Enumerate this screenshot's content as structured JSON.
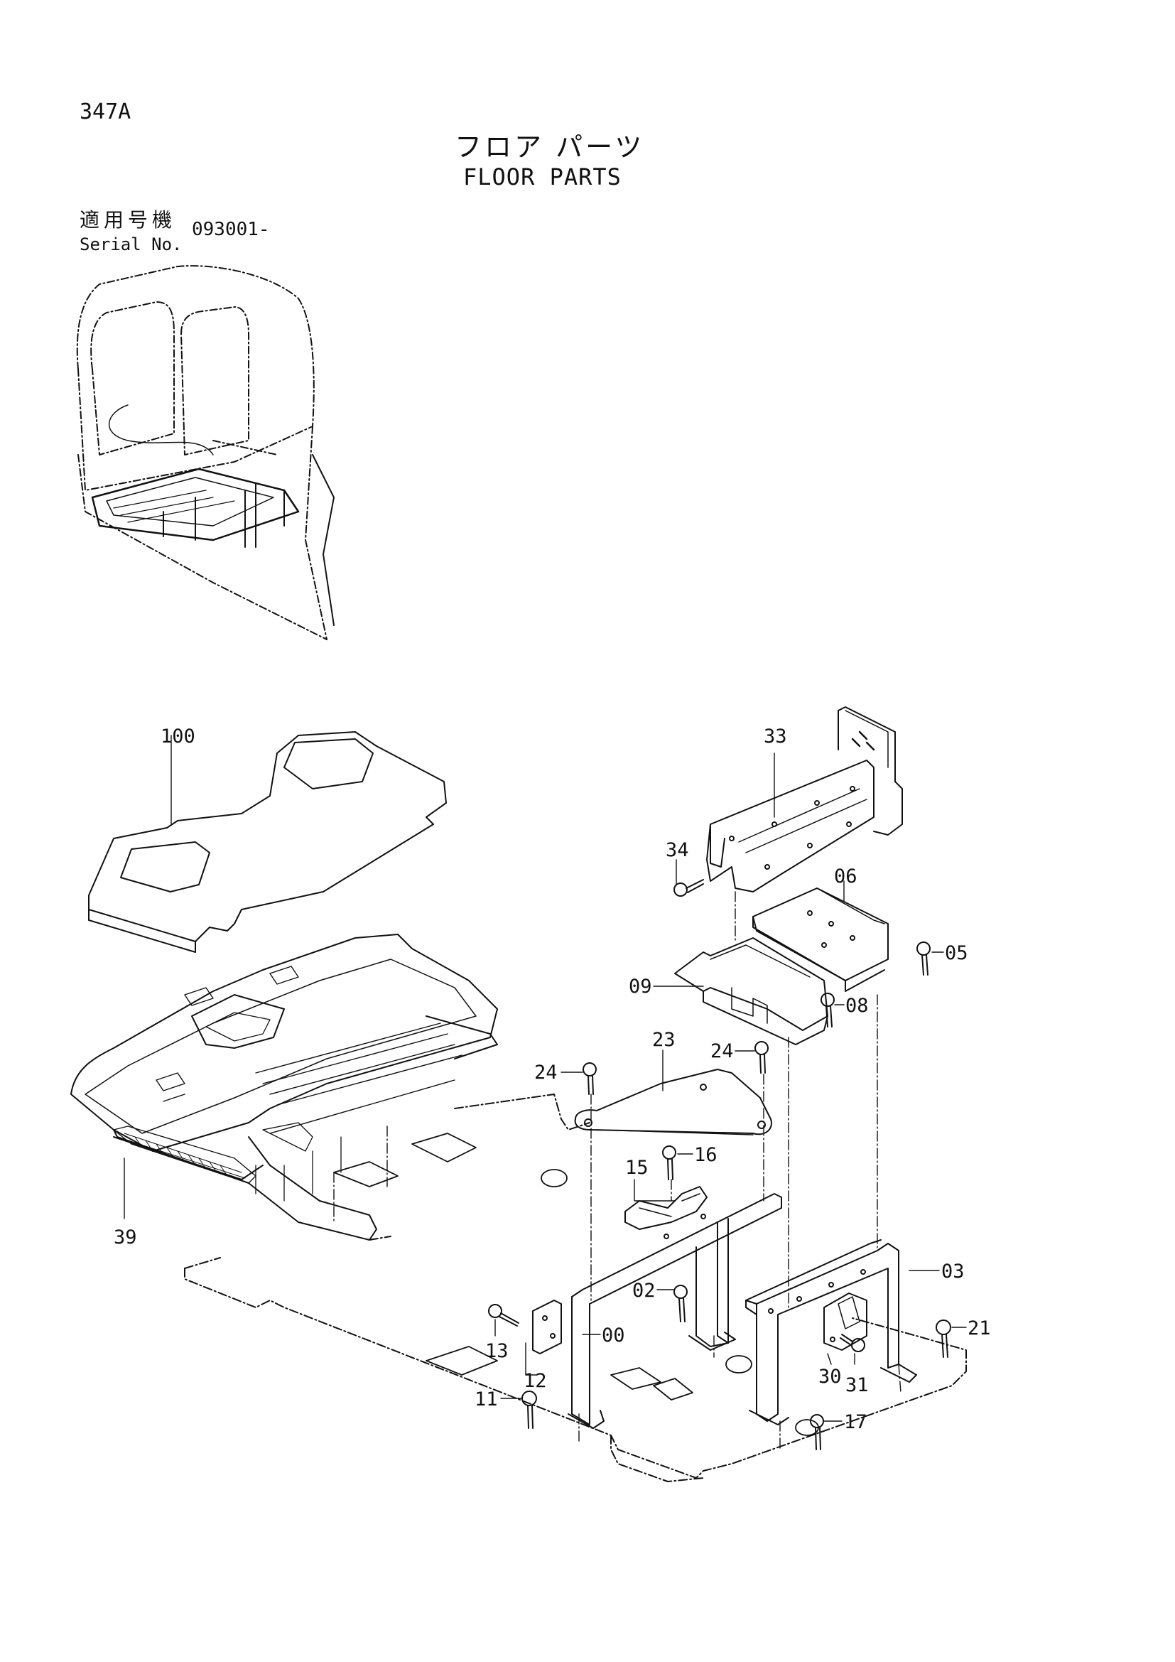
{
  "header": {
    "page_id": "347A",
    "title_jp": "フロア パーツ",
    "title_en": "FLOOR PARTS",
    "serial_label_jp": "適用号機",
    "serial_label_en": "Serial No.",
    "serial_value": "093001-"
  },
  "callouts": {
    "c100": "100",
    "c39": "39",
    "c33": "33",
    "c34": "34",
    "c06": "06",
    "c05": "05",
    "c09": "09",
    "c08": "08",
    "c23": "23",
    "c24a": "24",
    "c24b": "24",
    "c15": "15",
    "c16": "16",
    "c03": "03",
    "c02": "02",
    "c00": "00",
    "c13": "13",
    "c12": "12",
    "c11": "11",
    "c21": "21",
    "c30": "30",
    "c31": "31",
    "c17": "17"
  }
}
